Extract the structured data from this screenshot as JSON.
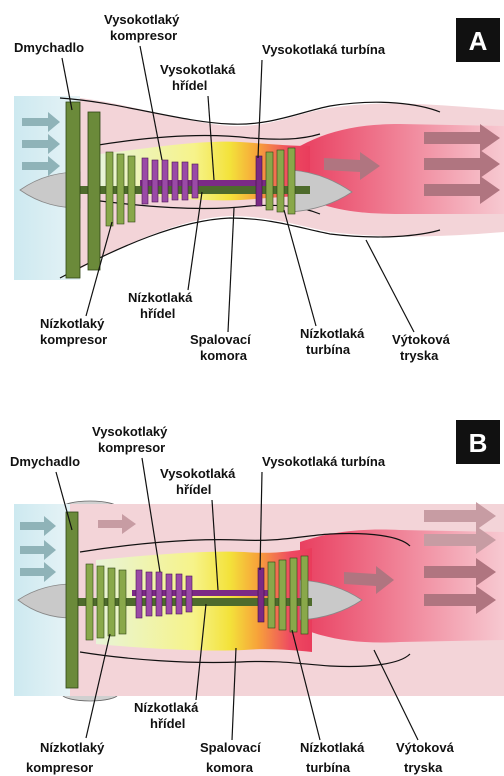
{
  "panels": [
    {
      "id": "A",
      "labels": {
        "fan": "Dmychadlo",
        "hp_compressor_1": "Vysokotlaký",
        "hp_compressor_2": "kompresor",
        "hp_shaft_1": "Vysokotlaká",
        "hp_shaft_2": "hřídel",
        "hp_turbine": "Vysokotlaká turbína",
        "lp_compressor_1": "Nízkotlaký",
        "lp_compressor_2": "kompresor",
        "lp_shaft_1": "Nízkotlaká",
        "lp_shaft_2": "hřídel",
        "combustor_1": "Spalovací",
        "combustor_2": "komora",
        "lp_turbine_1": "Nízkotlaká",
        "lp_turbine_2": "turbína",
        "nozzle_1": "Výtoková",
        "nozzle_2": "tryska"
      }
    },
    {
      "id": "B",
      "labels": {
        "fan": "Dmychadlo",
        "hp_compressor_1": "Vysokotlaký",
        "hp_compressor_2": "kompresor",
        "hp_shaft_1": "Vysokotlaká",
        "hp_shaft_2": "hřídel",
        "hp_turbine": "Vysokotlaká turbína",
        "lp_compressor_1": "Nízkotlaký",
        "lp_compressor_2": "kompresor",
        "lp_shaft_1": "Nízkotlaká",
        "lp_shaft_2": "hřídel",
        "combustor_1": "Spalovací",
        "combustor_2": "komora",
        "lp_turbine_1": "Nízkotlaká",
        "lp_turbine_2": "turbína",
        "nozzle_1": "Výtoková",
        "nozzle_2": "tryska"
      }
    }
  ],
  "colors": {
    "intake_air": "#cfe9ee",
    "bypass_air": "#f2d3d6",
    "core_cold": "#e6f3d0",
    "combustor": "#f3f05a",
    "turbine_hot": "#f05a6a",
    "exhaust": "#e94a66",
    "lp_spool": "#4e6b2c",
    "hp_spool": "#7b2a86",
    "spinner": "#c9c9c9",
    "badge": "#111111"
  }
}
